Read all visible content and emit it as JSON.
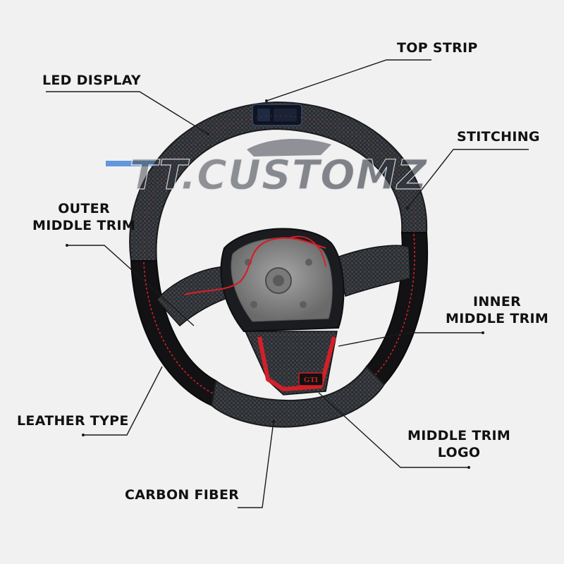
{
  "watermark": {
    "text": "TT.CUSTOMZ"
  },
  "labels": {
    "top_strip": "TOP STRIP",
    "led_display": "LED DISPLAY",
    "stitching": "STITCHING",
    "outer_middle_trim": [
      "OUTER",
      "MIDDLE TRIM"
    ],
    "inner_middle_trim": [
      "INNER",
      "MIDDLE TRIM"
    ],
    "leather_type": "LEATHER TYPE",
    "middle_trim_logo": [
      "MIDDLE TRIM",
      "LOGO"
    ],
    "carbon_fiber": "CARBON FIBER"
  },
  "badge": {
    "text": "GTI"
  },
  "colors": {
    "background": "#f1f1f1",
    "carbon": "#2b2d31",
    "alcantara": "#121214",
    "accent_red": "#d41f28",
    "hub_metal": "#8f8f8f",
    "watermark_dark": "#30353f",
    "watermark_blue": "#2b73d8",
    "label_text": "#111111",
    "leader_line": "#1a1a1a"
  }
}
